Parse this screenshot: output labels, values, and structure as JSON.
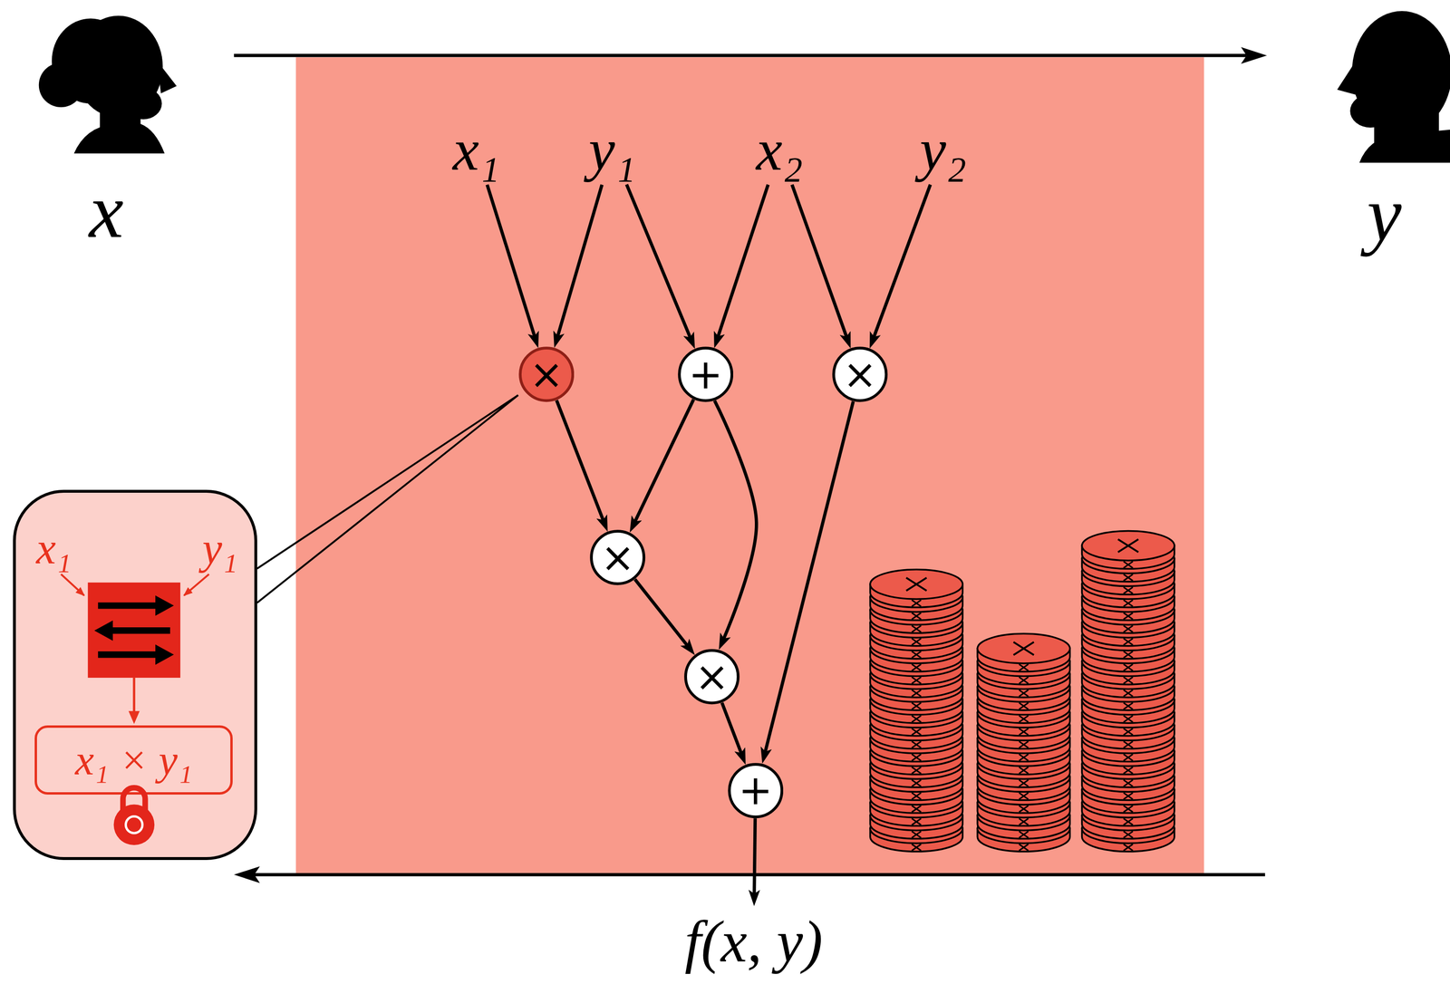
{
  "diagram": {
    "nodes": [
      {
        "text": [
          "x₁"
        ]
      },
      {
        "text": [
          "y₁"
        ]
      },
      {
        "text": [
          "x₂"
        ]
      },
      {
        "text": [
          "y₂"
        ]
      },
      {
        "text": [
          "×"
        ]
      },
      {
        "text": [
          "+"
        ]
      },
      {
        "text": [
          "×"
        ]
      },
      {
        "text": [
          "×"
        ]
      },
      {
        "text": [
          "×"
        ]
      },
      {
        "text": [
          "+"
        ]
      },
      {
        "text": [
          "f(x, y)"
        ]
      },
      {
        "text": [
          "x₁",
          "y₁"
        ]
      },
      {
        "text": [
          "x₁ × y₁"
        ],
        "in": 11
      }
    ],
    "edges": [
      {
        "from": 0,
        "to": 4,
        "arrow": "to"
      },
      {
        "from": 1,
        "to": 4,
        "arrow": "to"
      },
      {
        "from": 1,
        "to": 5,
        "arrow": "to"
      },
      {
        "from": 2,
        "to": 5,
        "arrow": "to"
      },
      {
        "from": 2,
        "to": 6,
        "arrow": "to"
      },
      {
        "from": 3,
        "to": 6,
        "arrow": "to"
      },
      {
        "from": 4,
        "to": 7,
        "arrow": "to"
      },
      {
        "from": 5,
        "to": 7,
        "arrow": "to"
      },
      {
        "from": 5,
        "to": 8,
        "arrow": "to"
      },
      {
        "from": 6,
        "to": 9,
        "arrow": "to"
      },
      {
        "from": 7,
        "to": 8,
        "arrow": "to"
      },
      {
        "from": 8,
        "to": 9,
        "arrow": "to"
      },
      {
        "from": 9,
        "to": 10,
        "arrow": "to"
      },
      {
        "from": 4,
        "to": 11,
        "arrow": "none"
      }
    ],
    "labels": [
      "x",
      "y"
    ]
  }
}
